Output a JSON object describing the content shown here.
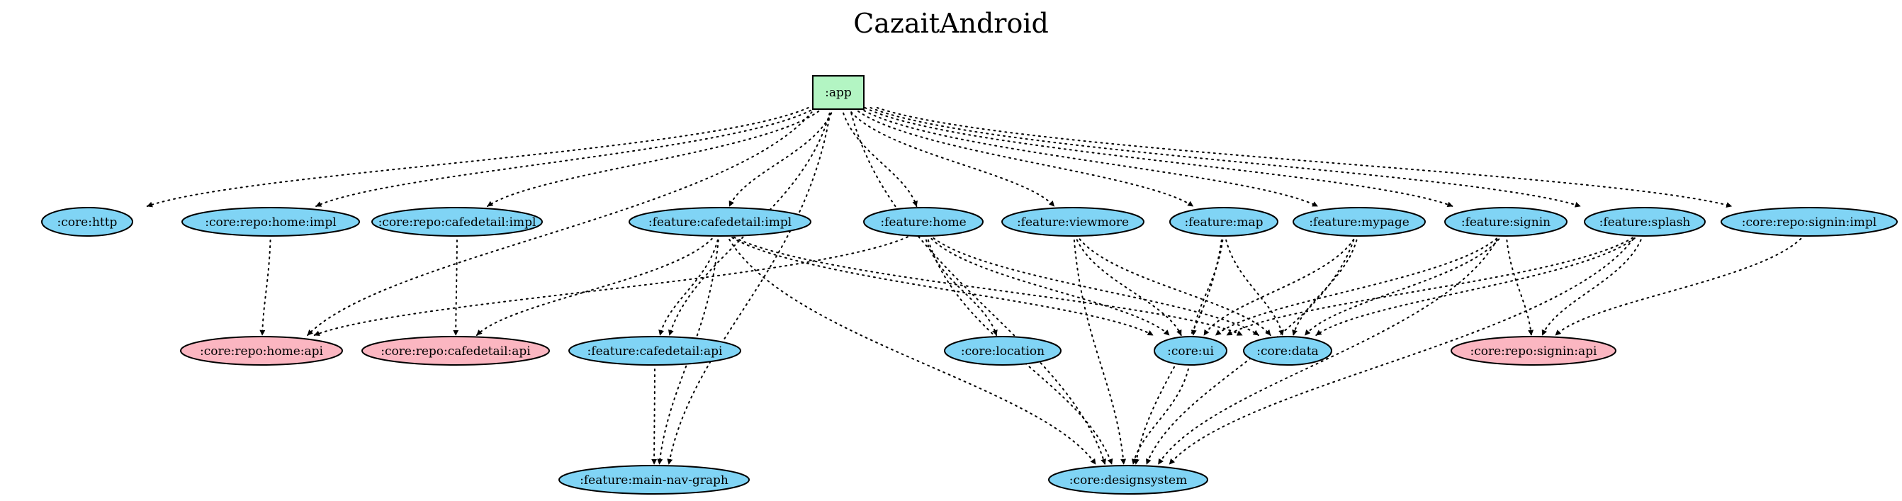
{
  "title": "CazaitAndroid",
  "colors": {
    "app_node": "#b3f5c3",
    "feature_or_core_node": "#80d4f5",
    "api_node": "#fbb6c1",
    "stroke": "#000000",
    "background": "#ffffff"
  },
  "nodes": {
    "app": ":app",
    "core_http": ":core:http",
    "core_repo_home_impl": ":core:repo:home:impl",
    "core_repo_cafedetail_impl": ":core:repo:cafedetail:impl",
    "feature_cafedetail_impl": ":feature:cafedetail:impl",
    "feature_home": ":feature:home",
    "feature_viewmore": ":feature:viewmore",
    "feature_map": ":feature:map",
    "feature_mypage": ":feature:mypage",
    "feature_signin": ":feature:signin",
    "feature_splash": ":feature:splash",
    "core_repo_signin_impl": ":core:repo:signin:impl",
    "core_repo_home_api": ":core:repo:home:api",
    "core_repo_cafedetail_api": ":core:repo:cafedetail:api",
    "feature_cafedetail_api": ":feature:cafedetail:api",
    "core_location": ":core:location",
    "core_ui": ":core:ui",
    "core_data": ":core:data",
    "core_repo_signin_api": ":core:repo:signin:api",
    "feature_main_nav_graph": ":feature:main-nav-graph",
    "core_designsystem": ":core:designsystem"
  },
  "edges": [
    [
      "app",
      "core_http"
    ],
    [
      "app",
      "core_repo_home_impl"
    ],
    [
      "app",
      "core_repo_cafedetail_impl"
    ],
    [
      "app",
      "feature_cafedetail_impl"
    ],
    [
      "app",
      "feature_home"
    ],
    [
      "app",
      "feature_viewmore"
    ],
    [
      "app",
      "feature_map"
    ],
    [
      "app",
      "feature_mypage"
    ],
    [
      "app",
      "feature_signin"
    ],
    [
      "app",
      "feature_splash"
    ],
    [
      "app",
      "core_repo_signin_impl"
    ],
    [
      "app",
      "core_repo_home_api"
    ],
    [
      "app",
      "feature_cafedetail_api"
    ],
    [
      "app",
      "feature_main_nav_graph"
    ],
    [
      "app",
      "core_designsystem"
    ],
    [
      "core_repo_home_impl",
      "core_repo_home_api"
    ],
    [
      "core_repo_cafedetail_impl",
      "core_repo_cafedetail_api"
    ],
    [
      "feature_cafedetail_impl",
      "core_repo_cafedetail_api"
    ],
    [
      "feature_cafedetail_impl",
      "feature_cafedetail_api"
    ],
    [
      "feature_cafedetail_impl",
      "feature_main_nav_graph"
    ],
    [
      "feature_cafedetail_impl",
      "core_ui"
    ],
    [
      "feature_cafedetail_impl",
      "core_data"
    ],
    [
      "feature_cafedetail_impl",
      "core_designsystem"
    ],
    [
      "feature_cafedetail_api",
      "feature_main_nav_graph"
    ],
    [
      "feature_home",
      "core_repo_home_api"
    ],
    [
      "feature_home",
      "core_location"
    ],
    [
      "feature_home",
      "core_ui"
    ],
    [
      "feature_home",
      "core_data"
    ],
    [
      "feature_home",
      "core_designsystem"
    ],
    [
      "feature_viewmore",
      "core_ui"
    ],
    [
      "feature_viewmore",
      "core_data"
    ],
    [
      "feature_viewmore",
      "core_designsystem"
    ],
    [
      "feature_map",
      "core_ui"
    ],
    [
      "feature_map",
      "core_data"
    ],
    [
      "feature_map",
      "core_designsystem"
    ],
    [
      "feature_mypage",
      "core_ui"
    ],
    [
      "feature_mypage",
      "core_data"
    ],
    [
      "feature_mypage",
      "core_designsystem"
    ],
    [
      "feature_signin",
      "core_ui"
    ],
    [
      "feature_signin",
      "core_data"
    ],
    [
      "feature_signin",
      "core_repo_signin_api"
    ],
    [
      "feature_signin",
      "core_designsystem"
    ],
    [
      "feature_splash",
      "core_ui"
    ],
    [
      "feature_splash",
      "core_data"
    ],
    [
      "feature_splash",
      "core_repo_signin_api"
    ],
    [
      "feature_splash",
      "core_designsystem"
    ],
    [
      "core_repo_signin_impl",
      "core_repo_signin_api"
    ],
    [
      "core_ui",
      "core_designsystem"
    ]
  ]
}
